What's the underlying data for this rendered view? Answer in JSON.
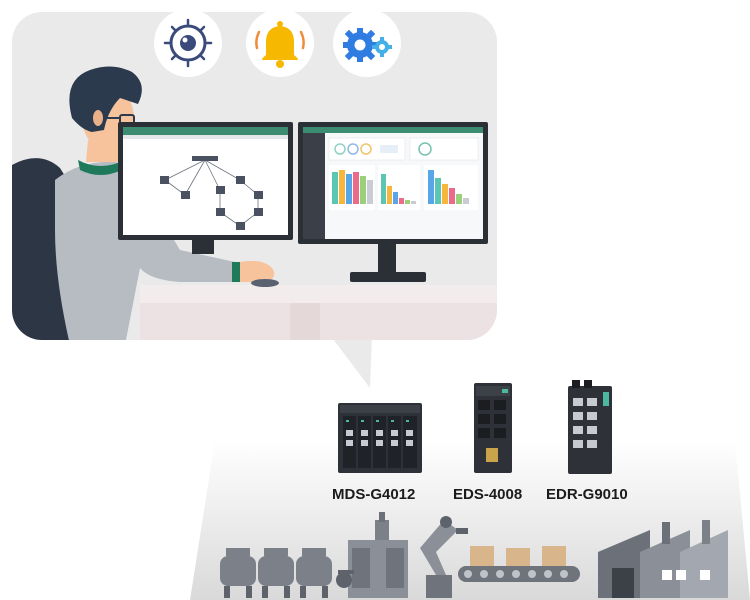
{
  "illustration": {
    "top_icons": [
      {
        "icon": "eye-icon",
        "color": "#3a4a7a"
      },
      {
        "icon": "bell-icon",
        "color": "#f6b800"
      },
      {
        "icon": "gears-icon",
        "color": "#2f7de1"
      }
    ],
    "colors": {
      "panel_bg": "#eaeaea",
      "desk": "#f1e9ea",
      "shirt": "#b7bcc2",
      "hair": "#2c3a4d",
      "skin": "#f6c39c",
      "collar": "#1e7a5a",
      "monitor_frame": "#2b2f36",
      "accent_green": "#3b8c70"
    }
  },
  "devices": [
    {
      "label": "MDS-G4012"
    },
    {
      "label": "EDS-4008"
    },
    {
      "label": "EDR-G9010"
    }
  ]
}
